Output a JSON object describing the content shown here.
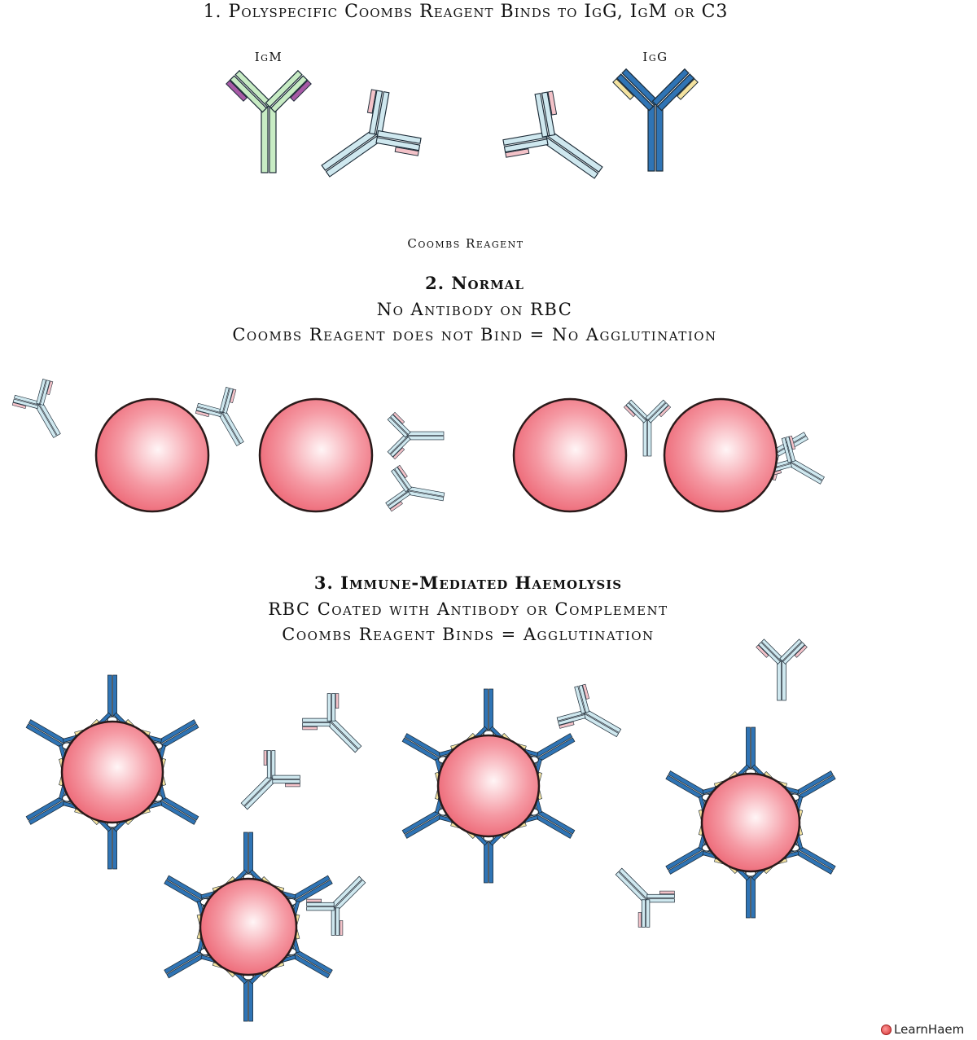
{
  "section1": {
    "title": "1. Polyspecific Coombs Reagent Binds to IgG, IgM or C3",
    "label_igm": "IgM",
    "label_igg": "IgG",
    "label_reagent": "Coombs Reagent"
  },
  "section2": {
    "title": "2. Normal",
    "line1": "No Antibody on RBC",
    "line2": "Coombs Reagent does not Bind = No Agglutination"
  },
  "section3": {
    "title": "3. Immune-Mediated Haemolysis",
    "line1": "RBC Coated with Antibody or Complement",
    "line2": "Coombs Reagent Binds = Agglutination"
  },
  "footer": {
    "brand": "LearnHaem"
  },
  "colors": {
    "rbc": "#ef6b78",
    "rbc_outline": "#2a1a1a",
    "igm": "#c8ecc4",
    "igg": "#2f74b5",
    "reagent": "#cfe8ef",
    "igm_tip": "#a75aa6",
    "igg_tip": "#f4e3a0",
    "reagent_tip": "#f3c2c8"
  }
}
